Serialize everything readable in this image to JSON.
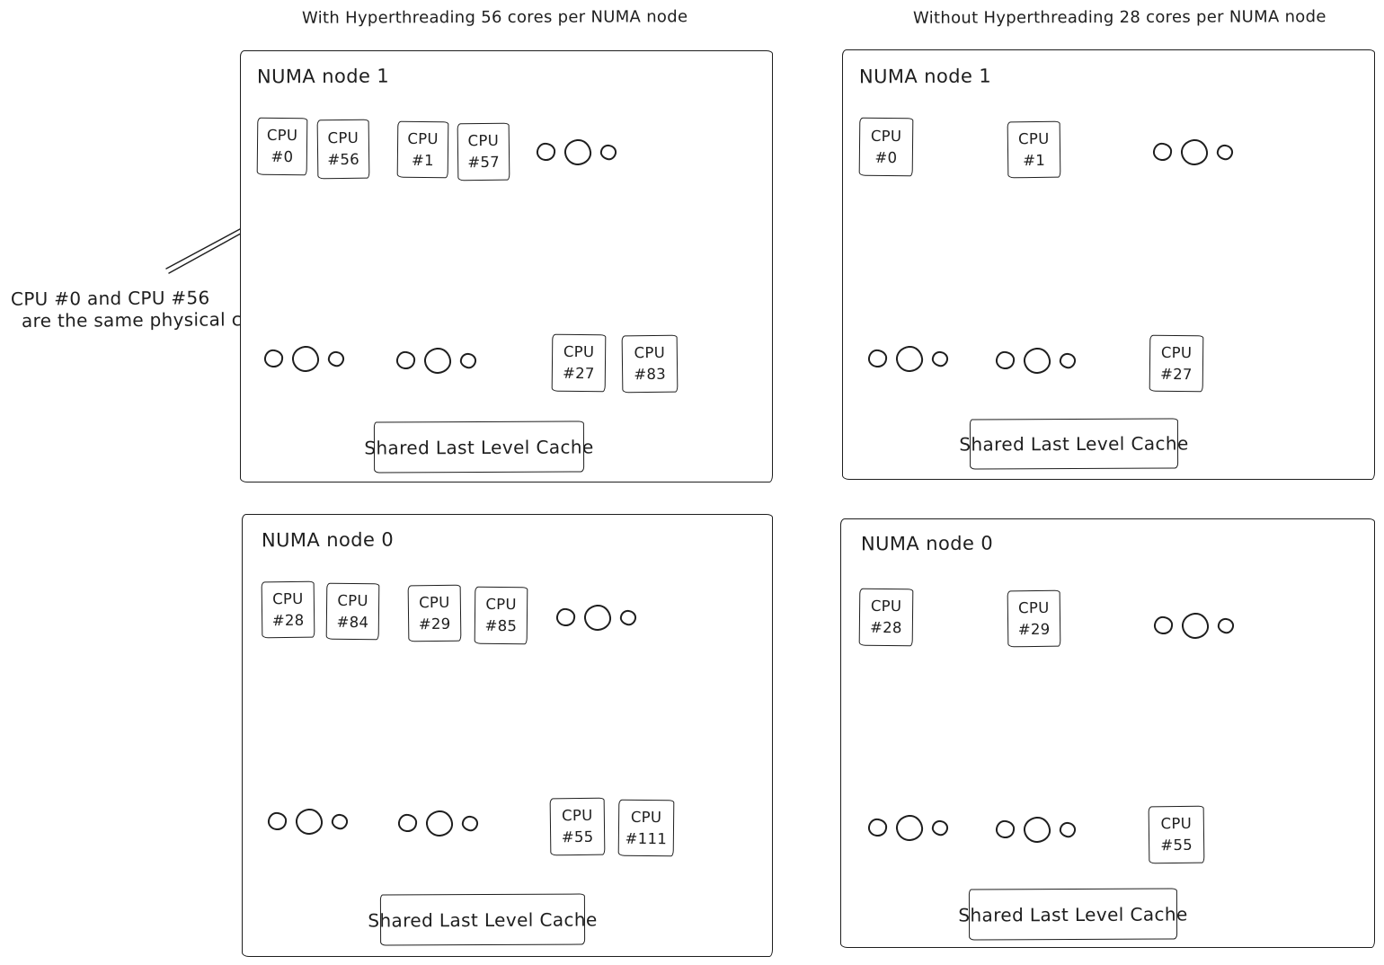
{
  "page": {
    "title_left": "With Hyperthreading 56 cores per NUMA node",
    "title_right": "Without Hyperthreading 28 cores per NUMA node"
  },
  "annotation": {
    "line1": "CPU #0 and CPU #56",
    "line2": "are the same physical core!"
  },
  "colors": {
    "ink": "#1e1e1e",
    "background": "#ffffff"
  },
  "icons": {
    "ellipsis": "three hand-drawn circles (small, large, small)"
  },
  "panels": [
    {
      "name": "with-ht-numa-node-1",
      "label": "NUMA node 1",
      "cache": "Shared Last Level Cache",
      "cpus": [
        {
          "line1": "CPU",
          "line2": "#0"
        },
        {
          "line1": "CPU",
          "line2": "#56"
        },
        {
          "line1": "CPU",
          "line2": "#1"
        },
        {
          "line1": "CPU",
          "line2": "#57"
        },
        {
          "line1": "CPU",
          "line2": "#27"
        },
        {
          "line1": "CPU",
          "line2": "#83"
        }
      ]
    },
    {
      "name": "without-ht-numa-node-1",
      "label": "NUMA node 1",
      "cache": "Shared Last Level Cache",
      "cpus": [
        {
          "line1": "CPU",
          "line2": "#0"
        },
        {
          "line1": "CPU",
          "line2": "#1"
        },
        {
          "line1": "CPU",
          "line2": "#27"
        }
      ]
    },
    {
      "name": "with-ht-numa-node-0",
      "label": "NUMA node 0",
      "cache": "Shared Last Level Cache",
      "cpus": [
        {
          "line1": "CPU",
          "line2": "#28"
        },
        {
          "line1": "CPU",
          "line2": "#84"
        },
        {
          "line1": "CPU",
          "line2": "#29"
        },
        {
          "line1": "CPU",
          "line2": "#85"
        },
        {
          "line1": "CPU",
          "line2": "#55"
        },
        {
          "line1": "CPU",
          "line2": "#111"
        }
      ]
    },
    {
      "name": "without-ht-numa-node-0",
      "label": "NUMA node 0",
      "cache": "Shared Last Level Cache",
      "cpus": [
        {
          "line1": "CPU",
          "line2": "#28"
        },
        {
          "line1": "CPU",
          "line2": "#29"
        },
        {
          "line1": "CPU",
          "line2": "#55"
        }
      ]
    }
  ]
}
